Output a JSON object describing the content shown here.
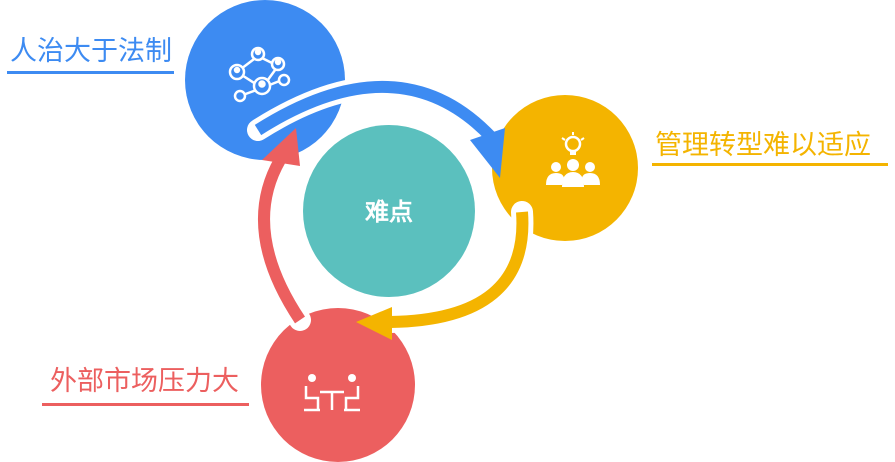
{
  "center": {
    "label": "难点",
    "color": "#5bc0be"
  },
  "nodes": [
    {
      "id": "governance",
      "label": "人治大于法制",
      "color": "#3d8bf2",
      "icon": "network-people-icon"
    },
    {
      "id": "transformation",
      "label": "管理转型难以适应",
      "color": "#f4b400",
      "icon": "idea-team-icon"
    },
    {
      "id": "market",
      "label": "外部市场压力大",
      "color": "#ec5f5f",
      "icon": "meeting-table-icon"
    }
  ]
}
